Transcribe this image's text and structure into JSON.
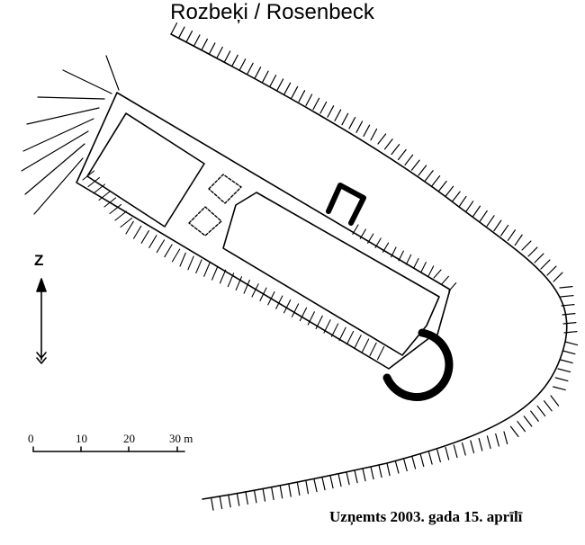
{
  "title": "Rozbeķi / Rosenbeck",
  "north_label": "Z",
  "scale": {
    "ticks": [
      "0",
      "10",
      "20",
      "30 m"
    ]
  },
  "caption": "Uzņemts 2003. gada 15. aprīlī",
  "colors": {
    "ink": "#000000",
    "background": "#ffffff"
  }
}
